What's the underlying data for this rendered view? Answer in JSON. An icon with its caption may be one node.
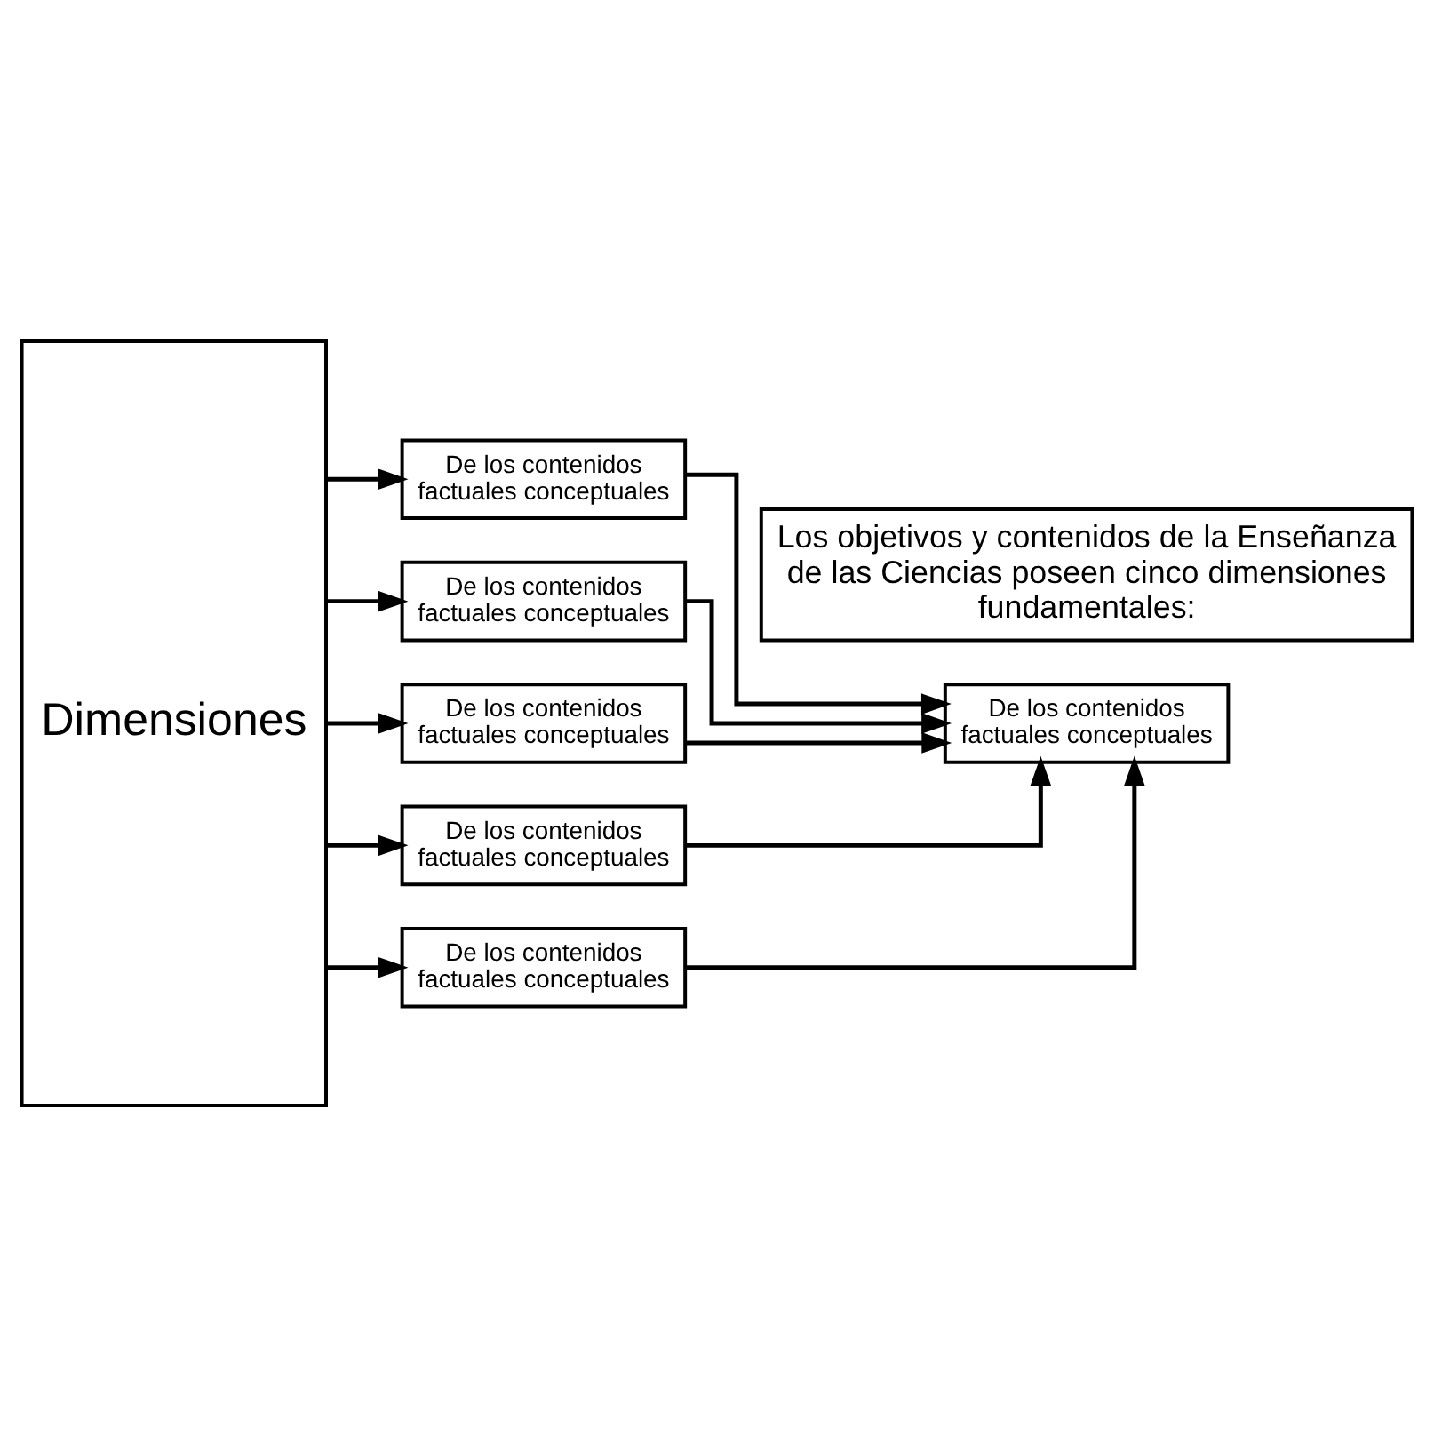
{
  "diagram": {
    "nodes": [
      {
        "text": [
          "Dimensiones"
        ]
      },
      {
        "text": [
          "Los objetivos y contenidos de la Enseñanza de las Ciencias poseen cinco dimensiones fundamentales:"
        ]
      },
      {
        "text": [
          "De los contenidos factuales conceptuales"
        ]
      },
      {
        "text": [
          "De los contenidos factuales conceptuales"
        ]
      },
      {
        "text": [
          "De los contenidos factuales conceptuales"
        ]
      },
      {
        "text": [
          "De los contenidos factuales conceptuales"
        ]
      },
      {
        "text": [
          "De los contenidos factuales conceptuales"
        ]
      },
      {
        "text": [
          "De los contenidos factuales conceptuales"
        ]
      }
    ],
    "edges": [
      {
        "from": 0,
        "to": 2,
        "arrow": "to"
      },
      {
        "from": 0,
        "to": 3,
        "arrow": "to"
      },
      {
        "from": 0,
        "to": 4,
        "arrow": "to"
      },
      {
        "from": 0,
        "to": 5,
        "arrow": "to"
      },
      {
        "from": 0,
        "to": 6,
        "arrow": "to"
      },
      {
        "from": 2,
        "to": 7,
        "arrow": "to"
      },
      {
        "from": 3,
        "to": 7,
        "arrow": "to"
      },
      {
        "from": 4,
        "to": 7,
        "arrow": "to"
      },
      {
        "from": 5,
        "to": 7,
        "arrow": "to"
      },
      {
        "from": 6,
        "to": 7,
        "arrow": "to"
      }
    ]
  }
}
